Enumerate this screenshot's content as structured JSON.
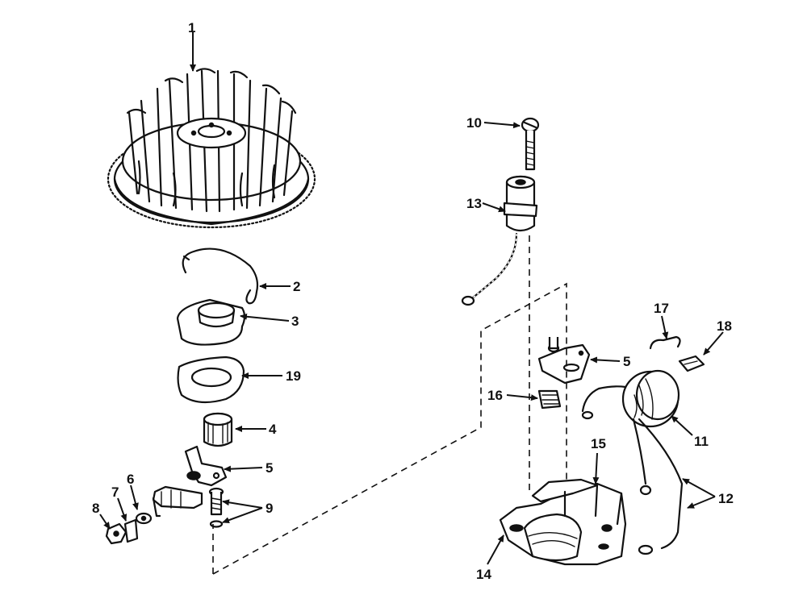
{
  "callouts": {
    "c1": "1",
    "c2": "2",
    "c3": "3",
    "c4": "4",
    "c5a": "5",
    "c5b": "5",
    "c6": "6",
    "c7": "7",
    "c8": "8",
    "c9": "9",
    "c10": "10",
    "c11": "11",
    "c12": "12",
    "c13": "13",
    "c14": "14",
    "c15": "15",
    "c16": "16",
    "c17": "17",
    "c18": "18",
    "c19": "19"
  },
  "colors": {
    "ink": "#111111",
    "paper": "#ffffff"
  }
}
